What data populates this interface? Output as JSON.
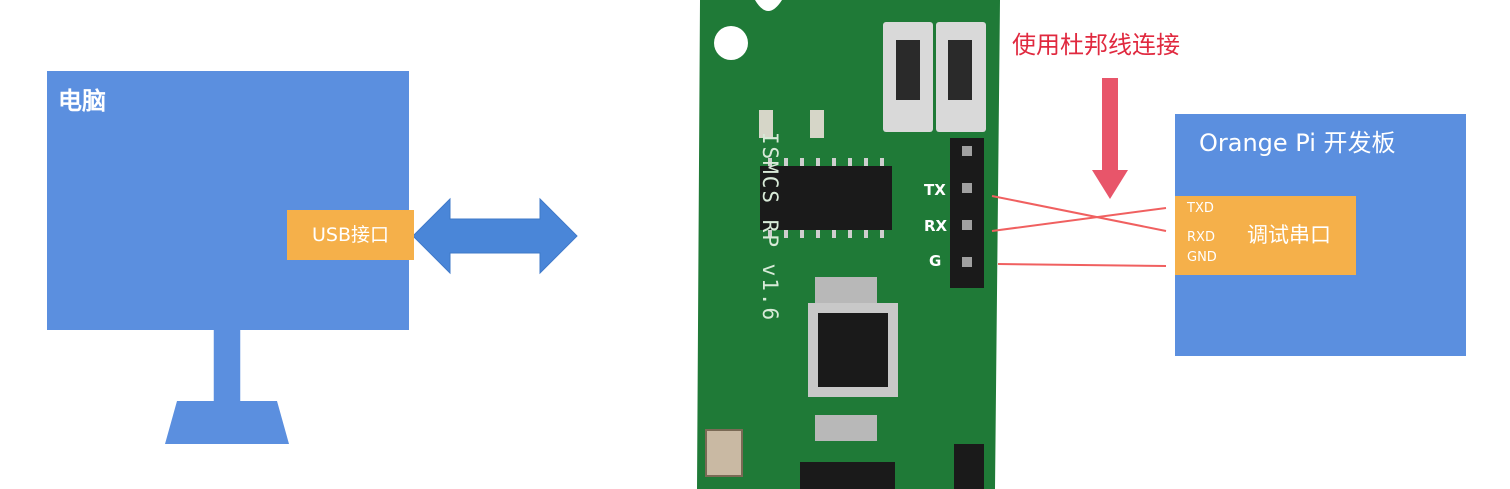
{
  "computer": {
    "title": "电脑",
    "usb_port_label": "USB接口"
  },
  "adapter_board": {
    "silkscreen": "ISMCS RP v1.6",
    "pins": {
      "tx": "TX",
      "rx": "RX",
      "gnd": "G"
    }
  },
  "connection_note": "使用杜邦线连接",
  "orange_pi": {
    "title": "Orange Pi 开发板",
    "uart_label": "调试串口",
    "pins": {
      "txd": "TXD",
      "rxd": "RXD",
      "gnd": "GND"
    }
  },
  "colors": {
    "screen_blue": "#5b8fdf",
    "port_orange": "#f5b04a",
    "pcb_green": "#1f7a37",
    "note_red": "#e0293f",
    "arrow_pink": "#e8556a",
    "wire_red": "#f06060"
  }
}
